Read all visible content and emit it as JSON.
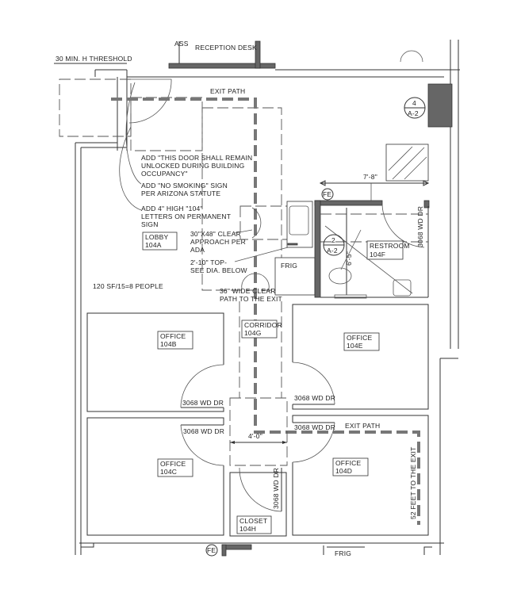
{
  "top": {
    "partial_label_left": "30 MIN. H THRESHOLD",
    "partial_label_ass": "ASS",
    "reception_desk": "RECEPTION DESK"
  },
  "exit_path_label_top": "EXIT PATH",
  "exit_path_label_bottom": "EXIT PATH",
  "exit_distance": "52 FEET TO THE EXIT",
  "section_marker_top": {
    "number": "4",
    "sheet": "A-2"
  },
  "section_marker_restroom": {
    "number": "2",
    "sheet": "A-2"
  },
  "fire_extinguisher": "FE",
  "dimensions": {
    "restroom_width": "7'-8\"",
    "restroom_depth": "6'-5\"",
    "corridor_width": "4'-0\""
  },
  "notes": [
    [
      "ADD \"THIS DOOR SHALL REMAIN",
      "UNLOCKED DURING BUILDING",
      "OCCUPANCY\""
    ],
    [
      "ADD \"NO SMOKING\" SIGN",
      "PER ARIZONA STATUTE"
    ],
    [
      "ADD 4\" HIGH \"104\"",
      "LETTERS ON PERMANENT",
      "SIGN"
    ],
    [
      "30\"X48\" CLEAR",
      "APPROACH PER",
      "ADA"
    ],
    [
      "2'-10\" TOP-",
      "SEE DIA. BELOW"
    ],
    [
      "36\" WIDE CLEAR",
      "PATH TO THE EXIT"
    ]
  ],
  "occupancy": "120 SF/15=8 PEOPLE",
  "rooms": {
    "lobby": {
      "name": "LOBBY",
      "number": "104A"
    },
    "office_b": {
      "name": "OFFICE",
      "number": "104B"
    },
    "office_c": {
      "name": "OFFICE",
      "number": "104C"
    },
    "office_d": {
      "name": "OFFICE",
      "number": "104D"
    },
    "office_e": {
      "name": "OFFICE",
      "number": "104E"
    },
    "restroom": {
      "name": "RESTROOM",
      "number": "104F"
    },
    "corridor": {
      "name": "CORRIDOR",
      "number": "104G"
    },
    "closet": {
      "name": "CLOSET",
      "number": "104H"
    }
  },
  "fixtures": {
    "frig": "FRIG",
    "frig_bottom": "FRIG"
  },
  "door_tag": "3068 WD DR"
}
